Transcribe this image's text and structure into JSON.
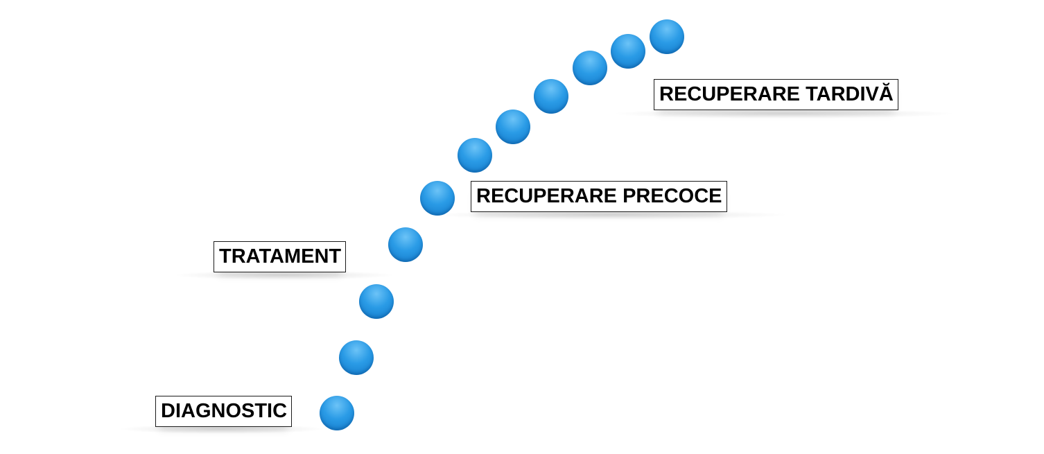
{
  "stages": {
    "diagnostic": "DIAGNOSTIC",
    "treatment": "TRATAMENT",
    "early_recovery": "RECUPERARE PRECOCE",
    "late_recovery": "RECUPERARE TARDIVĂ"
  },
  "colors": {
    "dot_light": "#6cc3f7",
    "dot_mid": "#2a9be6",
    "dot_dark": "#1278c8",
    "label_border": "#1a1a1a",
    "label_text": "#000000"
  }
}
